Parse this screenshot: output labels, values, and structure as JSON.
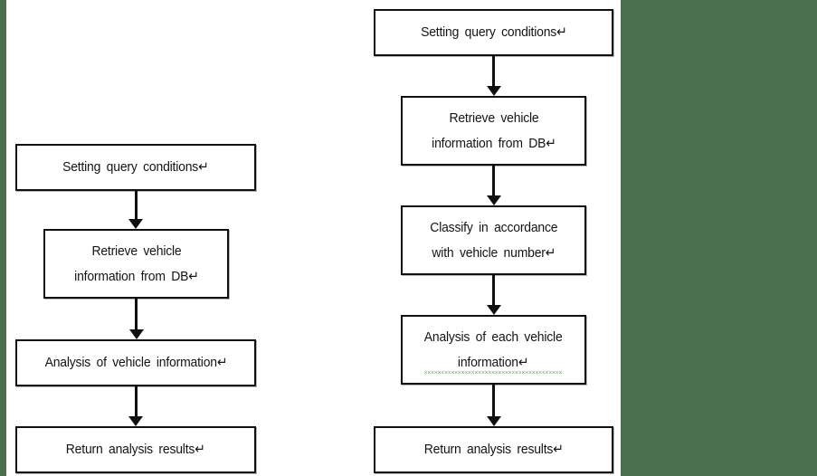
{
  "document": {
    "title": "Vehicle information query and analysis flowcharts",
    "background_color": "#ffffff",
    "panel_color": "#4a7050",
    "box_border_color": "#101010",
    "text_color": "#141414",
    "squiggle_color": "#2e8b2e",
    "paragraph_mark": "↵"
  },
  "flowcharts": [
    {
      "id": "left",
      "name": "single-vehicle-query-flow",
      "nodes": [
        {
          "id": "l1",
          "text": "Setting query conditions↵",
          "lines": [
            "Setting query conditions↵"
          ]
        },
        {
          "id": "l2",
          "text": "Retrieve vehicle information from DB↵",
          "lines": [
            "Retrieve vehicle",
            "information from DB↵"
          ]
        },
        {
          "id": "l3",
          "text": "Analysis of vehicle information↵",
          "lines": [
            "Analysis of vehicle information↵"
          ]
        },
        {
          "id": "l4",
          "text": "Return analysis results↵",
          "lines": [
            "Return analysis results↵"
          ]
        }
      ],
      "connectors": [
        {
          "from": "l1",
          "to": "l2",
          "arrow": "down"
        },
        {
          "from": "l2",
          "to": "l3",
          "arrow": "down"
        },
        {
          "from": "l3",
          "to": "l4",
          "arrow": "down"
        }
      ]
    },
    {
      "id": "right",
      "name": "multi-vehicle-query-flow",
      "nodes": [
        {
          "id": "r1",
          "text": "Setting query conditions↵",
          "lines": [
            "Setting query conditions↵"
          ]
        },
        {
          "id": "r2",
          "text": "Retrieve vehicle information from DB↵",
          "lines": [
            "Retrieve vehicle",
            "information from DB↵"
          ]
        },
        {
          "id": "r3",
          "text": "Classify in accordance with vehicle number↵",
          "lines": [
            "Classify in accordance",
            "with vehicle number↵"
          ]
        },
        {
          "id": "r4",
          "text": "Analysis of each vehicle information↵",
          "lines": [
            "Analysis of each vehicle",
            "information↵"
          ],
          "spellcheck_underline": true
        },
        {
          "id": "r5",
          "text": "Return analysis results↵",
          "lines": [
            "Return analysis results↵"
          ]
        }
      ],
      "connectors": [
        {
          "from": "r1",
          "to": "r2",
          "arrow": "down"
        },
        {
          "from": "r2",
          "to": "r3",
          "arrow": "down"
        },
        {
          "from": "r3",
          "to": "r4",
          "arrow": "down"
        },
        {
          "from": "r4",
          "to": "r5",
          "arrow": "down"
        }
      ]
    }
  ]
}
